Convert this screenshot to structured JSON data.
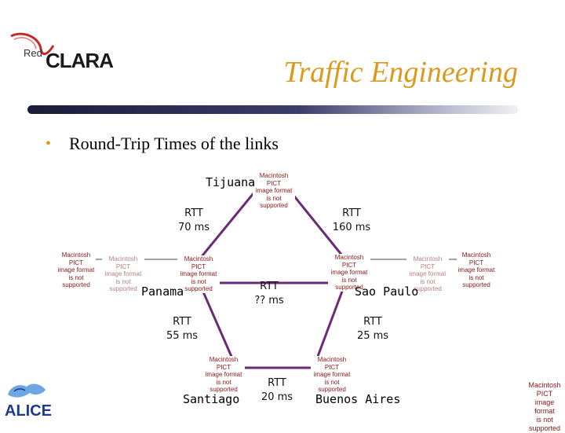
{
  "logo": {
    "red": "Red",
    "clara": "CLARA"
  },
  "title": "Traffic Engineering",
  "bullet": "Round-Trip Times of the links",
  "nodes": {
    "tijuana": "Tijuana",
    "panama": "Panama",
    "sao_paulo": "Sao Paulo",
    "santiago": "Santiago",
    "buenos_aires": "Buenos Aires"
  },
  "links": {
    "tijuana_panama": {
      "label": "RTT",
      "value": "70 ms"
    },
    "tijuana_saopaulo": {
      "label": "RTT",
      "value": "160 ms"
    },
    "panama_saopaulo": {
      "label": "RTT",
      "value": "?? ms"
    },
    "panama_santiago": {
      "label": "RTT",
      "value": "55 ms"
    },
    "saopaulo_buenosaires": {
      "label": "RTT",
      "value": "25 ms"
    },
    "santiago_buenosaires": {
      "label": "RTT",
      "value": "20 ms"
    }
  },
  "pict_placeholder": {
    "line1": "Macintosh PICT",
    "line2": "image format",
    "line3": "is not supported"
  },
  "alice": {
    "name": "ALICE"
  },
  "colors": {
    "accent": "#d99a1e",
    "link": "#6b2a78",
    "title_bar": "#2d2f5a",
    "pict_text": "#8a1414"
  }
}
